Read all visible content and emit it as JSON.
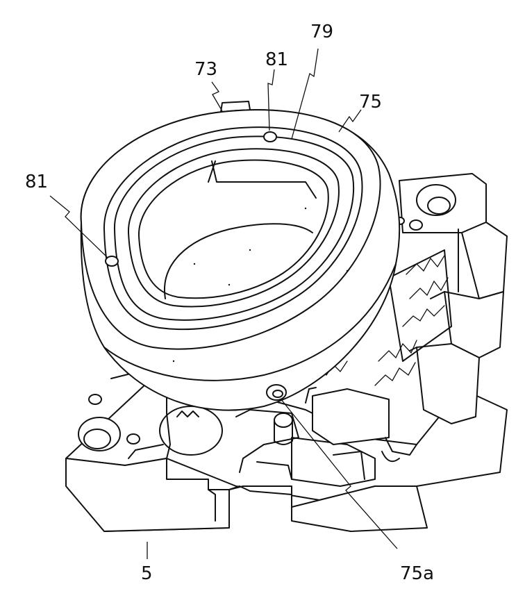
{
  "labels": {
    "l73": "73",
    "l81_top": "81",
    "l79": "79",
    "l75": "75",
    "l81_left": "81",
    "l5": "5",
    "l75a": "75a"
  },
  "colors": {
    "ink": "#111111",
    "paper": "#ffffff"
  }
}
